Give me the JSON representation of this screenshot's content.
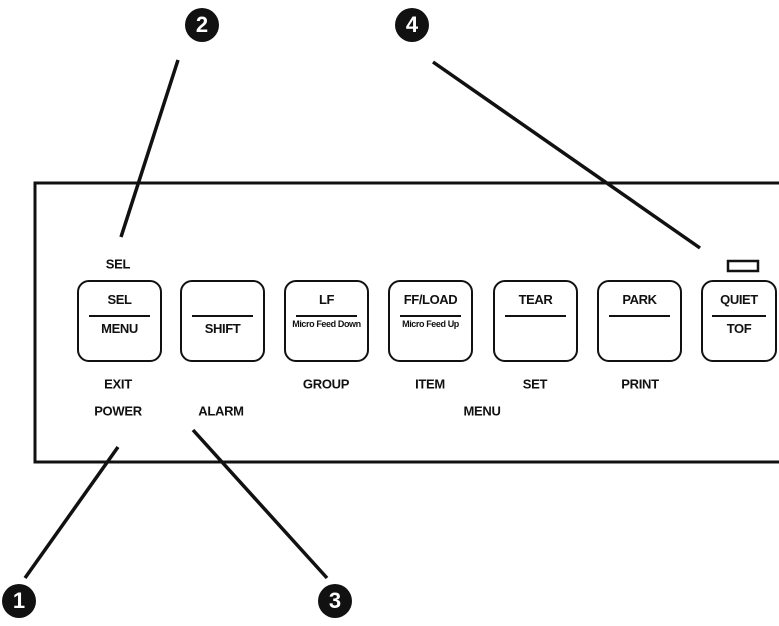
{
  "callouts": {
    "one": "1",
    "two": "2",
    "three": "3",
    "four": "4"
  },
  "panel_labels": {
    "sel_indicator": "SEL",
    "exit": "EXIT",
    "power": "POWER",
    "alarm": "ALARM",
    "group": "GROUP",
    "item": "ITEM",
    "set": "SET",
    "print": "PRINT",
    "menu": "MENU"
  },
  "keys": [
    {
      "top": "SEL",
      "bottom": "MENU"
    },
    {
      "top": "",
      "bottom": "SHIFT"
    },
    {
      "top": "LF",
      "bottom": "Micro Feed Down"
    },
    {
      "top": "FF/LOAD",
      "bottom": "Micro Feed Up"
    },
    {
      "top": "TEAR",
      "bottom": ""
    },
    {
      "top": "PARK",
      "bottom": ""
    },
    {
      "top": "QUIET",
      "bottom": "TOF"
    }
  ]
}
